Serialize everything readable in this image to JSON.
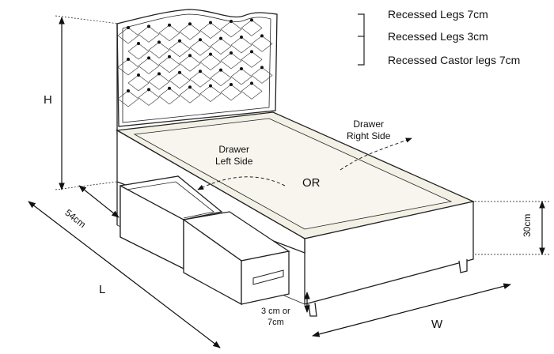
{
  "legend": {
    "items": [
      "Recessed Legs 7cm",
      "Recessed Legs 3cm",
      "Recessed Castor legs 7cm"
    ]
  },
  "labels": {
    "drawer_left": "Drawer\nLeft Side",
    "drawer_right": "Drawer\nRight Side",
    "or": "OR",
    "height": "H",
    "depth_drawer": "54cm",
    "length": "L",
    "width": "W",
    "base_height": "30cm",
    "leg_height": "3 cm or\n7cm"
  }
}
